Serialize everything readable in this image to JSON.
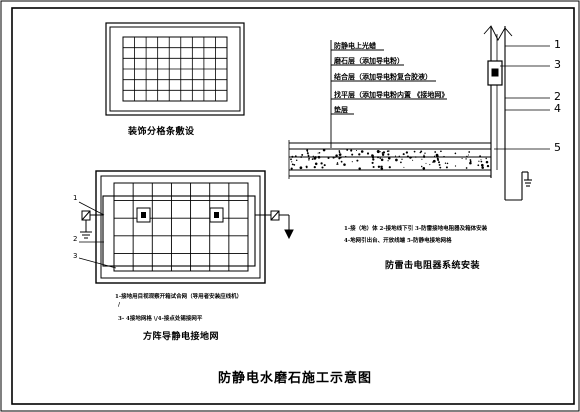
{
  "title": "防静电水磨石施工示意图",
  "top_left": {
    "caption": "装饰分格条敷设"
  },
  "bottom_left": {
    "caption": "方阵导静电接地网",
    "callouts": [
      "1",
      "2",
      "3"
    ],
    "note1": "1-接地用目视观察开箱试合网（导用者安装应线机）",
    "note1_marker": "/",
    "note2": "3-  4接地网格     \\/4-接点处锡接网平"
  },
  "right": {
    "caption": "防雷击电阻器系统安装",
    "layers": [
      "防静电上光蜡",
      "磨石层（添加导电粉）",
      "结合层（添加导电粉复合胶液）",
      "找平层（添加导电粉内置      《接地网》",
      "垫层"
    ],
    "callouts": [
      "1",
      "3",
      "2",
      "4",
      "5"
    ],
    "note1": "1-接（地）体   2-接地线下引   3-防雷接地电阻器及箱体安装",
    "note2": "4-地网引出台、开放线端      5-防静电接地网格"
  }
}
